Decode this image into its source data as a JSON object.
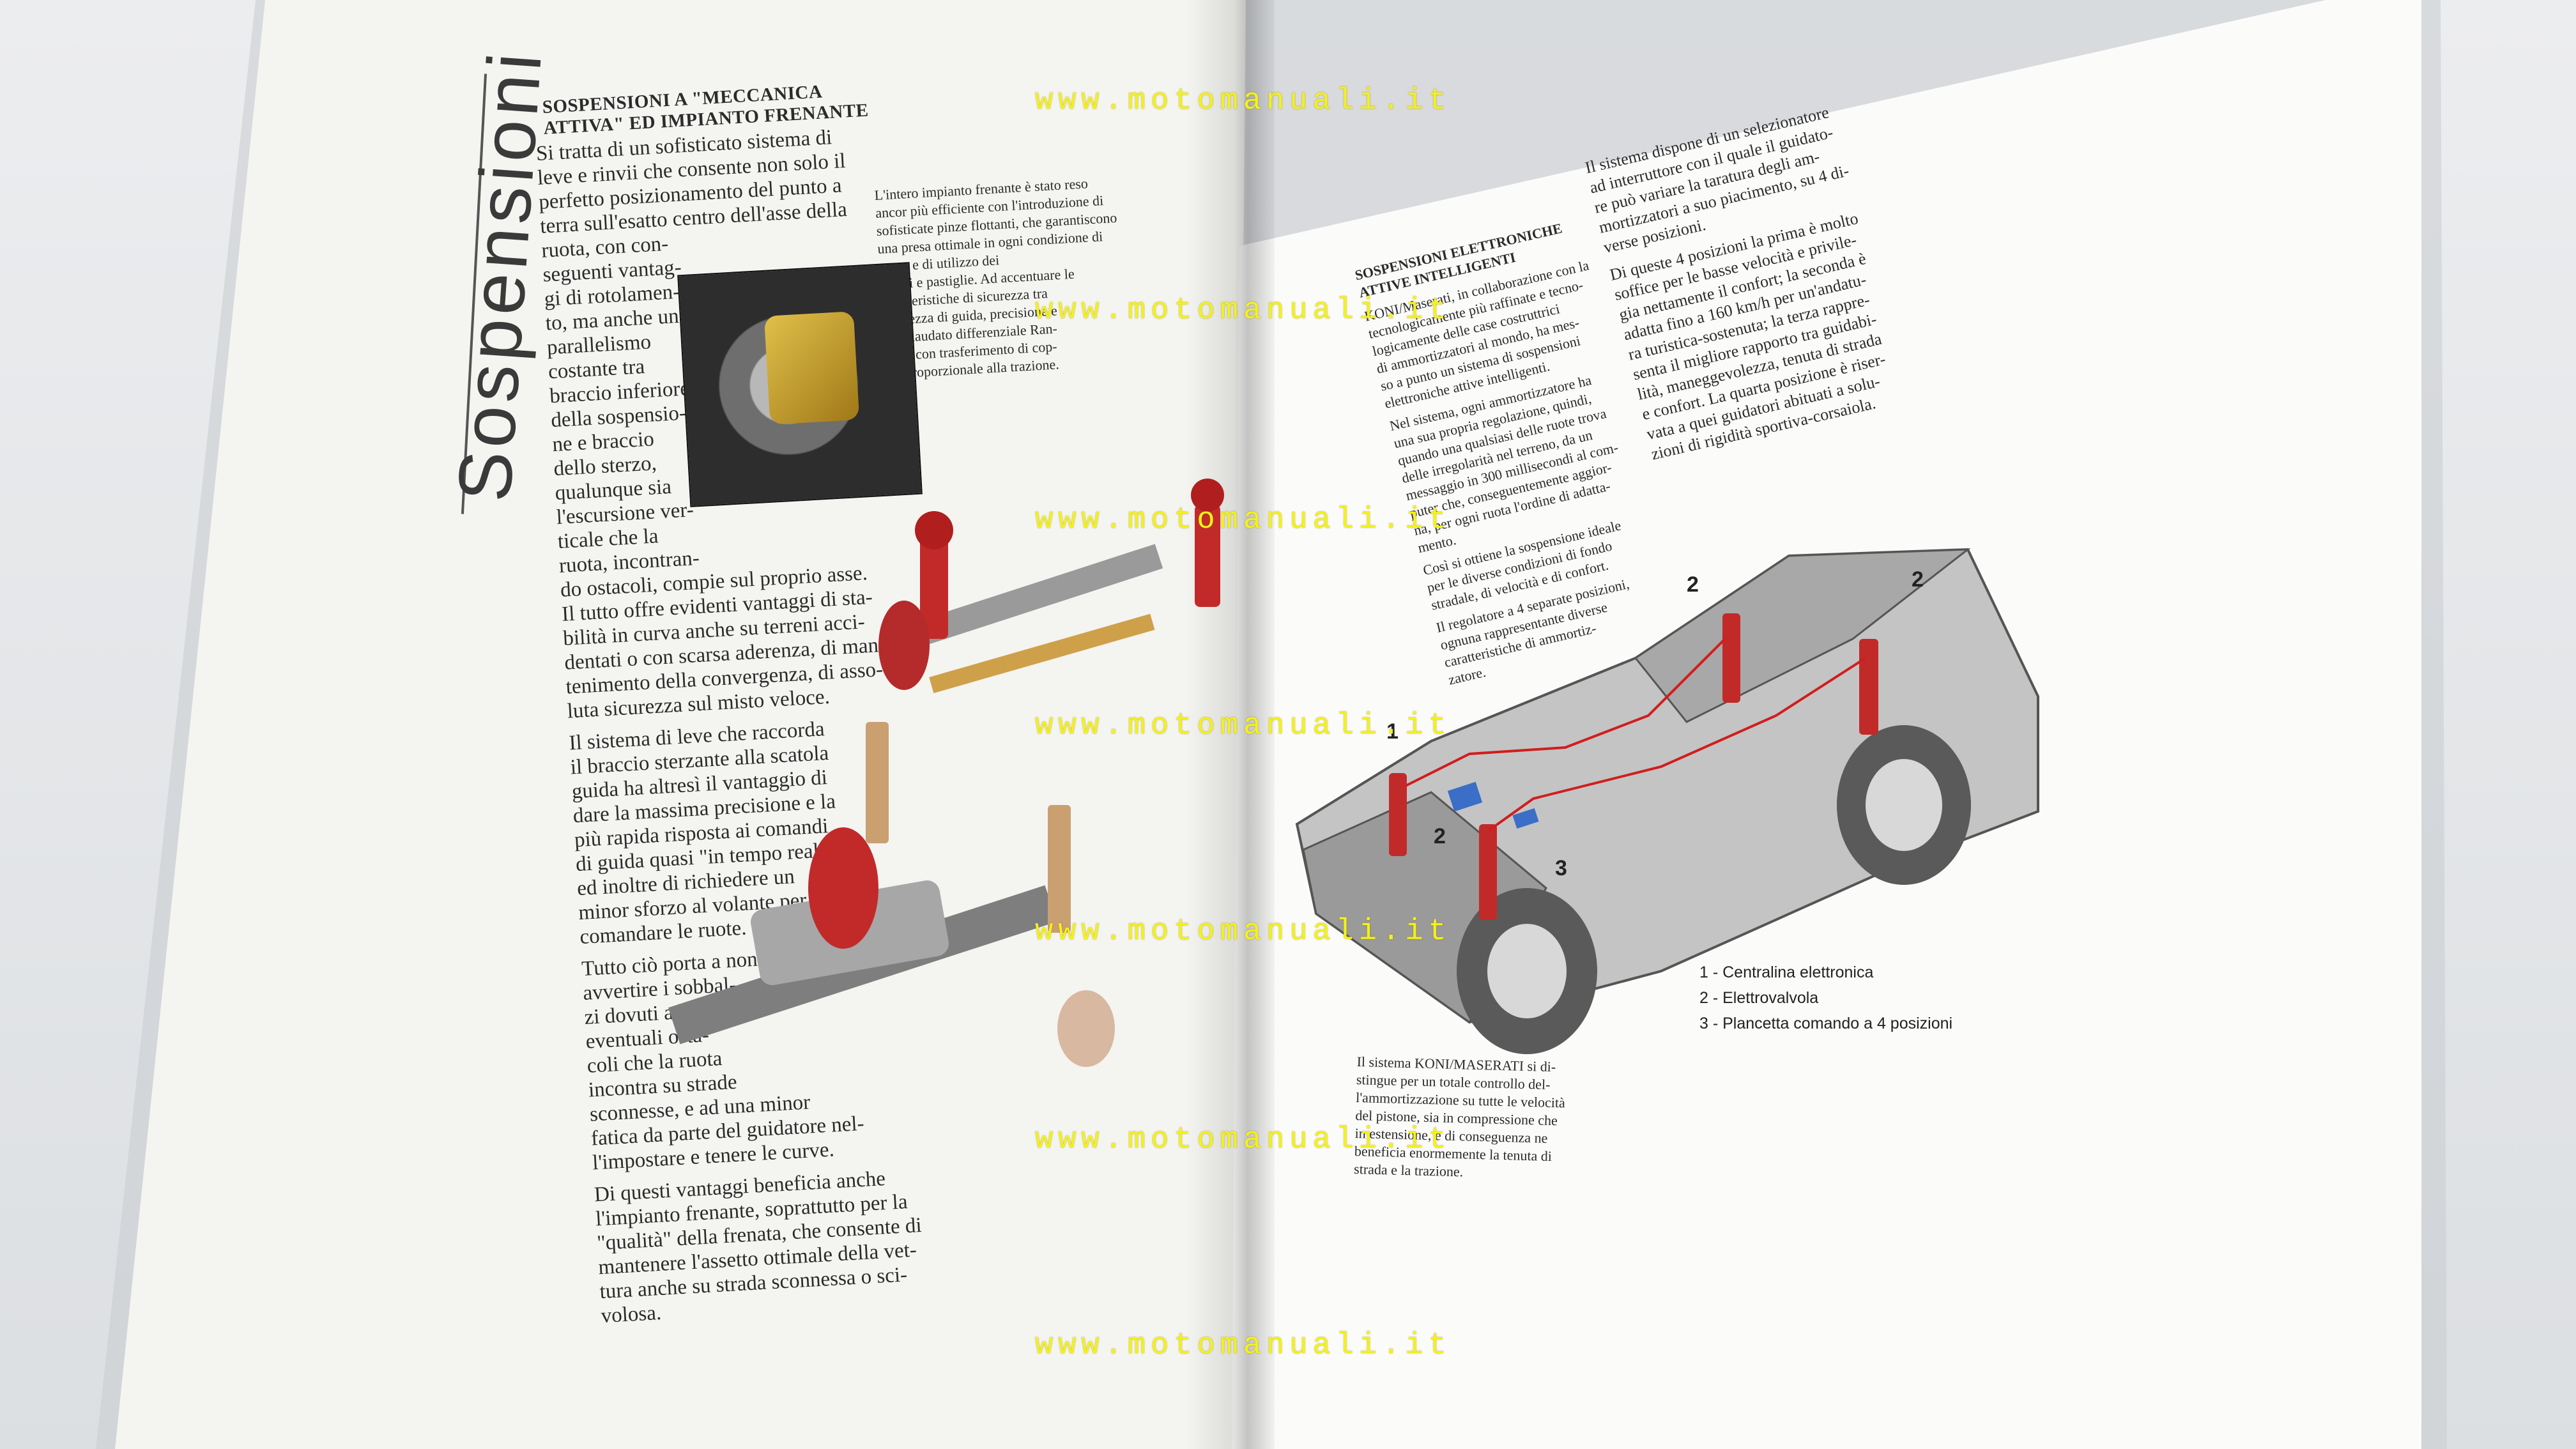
{
  "left_page": {
    "vertical_title": "Sospensioni",
    "heading": [
      "SOSPENSIONI A \"MECCANICA",
      "ATTIVA\" ED IMPIANTO FRENANTE"
    ],
    "col1_p1": [
      "Si tratta di un sofisticato sistema di",
      "leve e rinvii che consente non solo il",
      "perfetto posizionamento del punto a",
      "terra sull'esatto centro dell'asse della",
      "ruota, con con-",
      "seguenti vantag-",
      "gi di rotolamen-",
      "to, ma anche un",
      "parallelismo",
      "costante tra",
      "braccio inferiore",
      "della sospensio-",
      "ne e braccio",
      "dello sterzo,",
      "qualunque sia",
      "l'escursione ver-",
      "ticale che la",
      "ruota, incontran-",
      "do ostacoli, compie sul proprio asse.",
      "Il tutto offre evidenti vantaggi di sta-",
      "bilità in curva anche su terreni acci-",
      "dentati o con scarsa aderenza, di man-",
      "tenimento della convergenza, di asso-",
      "luta sicurezza sul misto veloce."
    ],
    "col1_p2": [
      "Il sistema di leve che raccorda",
      "il braccio sterzante alla scatola",
      "guida ha altresì il vantaggio di",
      "dare la massima precisione e la",
      "più rapida risposta ai comandi",
      "di guida quasi \"in tempo reale\"",
      "ed inoltre di richiedere un",
      "minor sforzo al volante per",
      "comandare le ruote."
    ],
    "col1_p3": [
      "Tutto ciò porta a non",
      "avvertire i sobbal-",
      "zi dovuti ad",
      "eventuali osta-",
      "coli che la ruota",
      "incontra su strade",
      "sconnesse, e ad una minor",
      "fatica da parte del guidatore nel-",
      "l'impostare e tenere le curve."
    ],
    "col1_p4": [
      "Di questi vantaggi beneficia anche",
      "l'impianto frenante, soprattutto per la",
      "\"qualità\" della frenata, che consente di",
      "mantenere l'assetto ottimale della vet-",
      "tura anche su strada sconnessa o sci-",
      "volosa."
    ],
    "col2_p1": [
      "L'intero impianto frenante è stato reso",
      "ancor più efficiente con l'introduzione di",
      "sofisticate pinze flottanti, che garantiscono",
      "una presa ottimale in ogni condizione di",
      "usura e di utilizzo dei",
      "dischi e pastiglie. Ad accentuare le",
      "caratteristiche di sicurezza tra",
      "sicurezza di guida, precisione e",
      "il collaudato differenziale Ran-",
      "ger® con trasferimento di cop-",
      "pia proporzionale alla trazione."
    ]
  },
  "right_page": {
    "heading": [
      "SOSPENSIONI ELETTRONICHE",
      "ATTIVE INTELLIGENTI"
    ],
    "col1_p1": [
      "KONI/Maserati, in collaborazione con la",
      "tecnologicamente più raffinate e tecno-",
      "logicamente delle case costruttrici",
      "di ammortizzatori al mondo, ha mes-",
      "so a punto un sistema di sospensioni",
      "elettroniche attive intelligenti."
    ],
    "col1_p2": [
      "Nel sistema, ogni ammortizzatore ha",
      "una sua propria regolazione, quindi,",
      "quando una qualsiasi delle ruote trova",
      "delle irregolarità nel terreno, da un",
      "messaggio in 300 millisecondi al com-",
      "puter che, conseguentemente aggior-",
      "na, per ogni ruota l'ordine di adatta-",
      "mento."
    ],
    "col1_p3": [
      "Così si ottiene la sospensione ideale",
      "per le diverse condizioni di fondo",
      "stradale, di velocità e di confort."
    ],
    "col1_p4": [
      "Il regolatore a 4 separate posizioni,",
      "ognuna rappresentante diverse",
      "caratteristiche di ammortiz-",
      "zatore."
    ],
    "col2_p1": [
      "Il sistema dispone di un selezionatore",
      "ad interruttore con il quale il guidato-",
      "re può variare la taratura degli am-",
      "mortizzatori a suo piacimento, su 4 di-",
      "verse posizioni."
    ],
    "col2_p2": [
      "Di queste 4 posizioni la prima è molto",
      "soffice per le basse velocità e privile-",
      "gia nettamente il confort; la seconda è",
      "adatta fino a 160 km/h per un'andatu-",
      "ra turistica-sostenuta; la terza rappre-",
      "senta il migliore rapporto tra guidabi-",
      "lità, maneggevolezza, tenuta di strada",
      "e confort. La quarta posizione è riser-",
      "vata a quei guidatori abituati a solu-",
      "zioni di rigidità sportiva-corsaiola."
    ],
    "bottom_p": [
      "Il sistema KONI/MASERATI si di-",
      "stingue per un totale controllo del-",
      "l'ammortizzazione su tutte le velocità",
      "del pistone, sia in compressione che",
      "in estensione, e di conseguenza ne",
      "beneficia enormemente la tenuta di",
      "strada e la trazione."
    ],
    "legend": [
      "1 -   Centralina elettronica",
      "2 -   Elettrovalvola",
      "3 -   Plancetta comando a 4 posizioni"
    ],
    "callouts": [
      "1",
      "2",
      "2",
      "2",
      "3"
    ]
  },
  "watermark": "www.motomanuali.it"
}
